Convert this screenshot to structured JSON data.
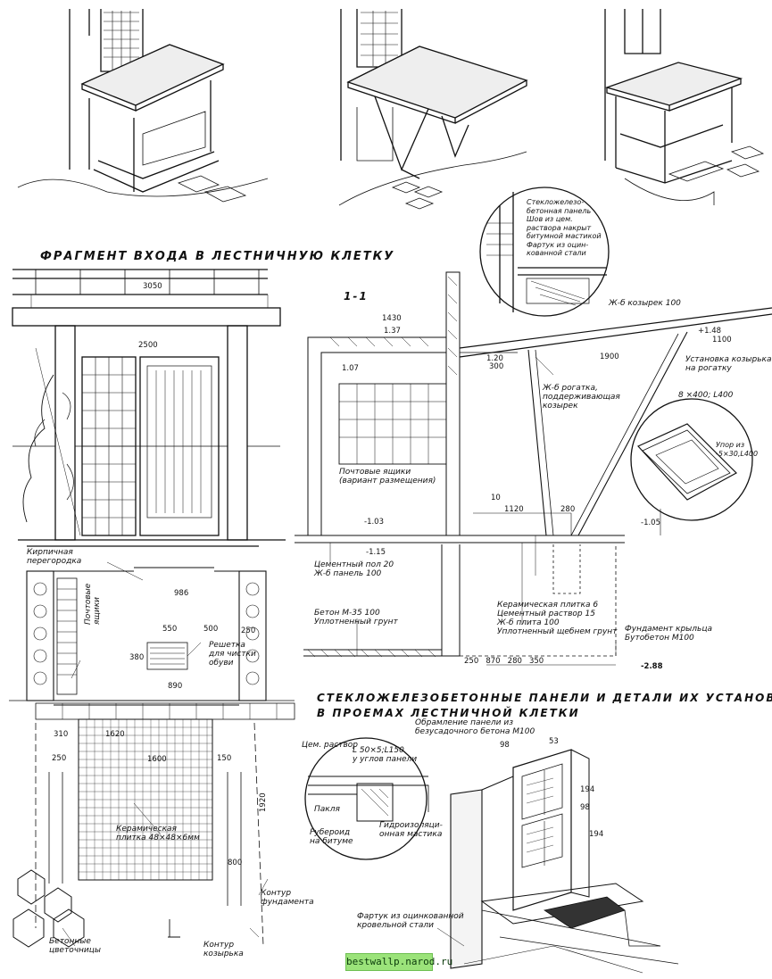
{
  "headings": {
    "entrance_fragment": "ФРАГМЕНТ ВХОДА В ЛЕСТНИЧНУЮ КЛЕТКУ",
    "glass_panels_line1": "СТЕКЛОЖЕЛЕЗОБЕТОННЫЕ ПАНЕЛИ И ДЕТАЛИ ИХ УСТАНОВКИ",
    "glass_panels_line2": "В ПРОЕМАХ ЛЕСТНИЧНОЙ КЛЕТКИ"
  },
  "section_label": "1-1",
  "elevation": {
    "dim_top": "3050",
    "dim_width": "2500"
  },
  "detail_top": {
    "label": "Стекложелезо-\nбетонная панель\nШов из цем.\nраствора накрыт\nбитумной мастикой\nФартук из оцин-\nкованной стали"
  },
  "section": {
    "dims": [
      "1430",
      "1.37",
      "1.07",
      "1.20",
      "300",
      "1900",
      "1100",
      "-1.03",
      "-1.15",
      "1120",
      "280",
      "-1.05",
      "10",
      "+1.48"
    ],
    "labels": {
      "canopy": "Ж-б козырек 100",
      "strut": "Ж-б рогатка,\nподдерживающая\nкозырек",
      "mailboxes": "Почтовые ящики\n(вариант размещения)",
      "install": "Установка козырька\nна рогатку",
      "rebar": "8 ×400; L400",
      "stop": "Упор из\n-5×30,L400",
      "floor": "Цементный пол 20\nЖ-б панель 100",
      "concrete": "Бетон М-35  100\nУплотненный грунт",
      "tile": "Керамическая плитка  6\nЦементный раствор  15\nЖ-б плита  100\nУплотненный щебнем грунт",
      "foundation": "Фундамент крыльца\nБутобетон М100",
      "bottom_dims": "250   870   280   350",
      "elev": "-2.88"
    }
  },
  "plan": {
    "labels": {
      "partition": "Кирпичная\nперегородка",
      "mail": "Почтовые\nящики",
      "grate": "Решетка\nдля чистки\nобуви",
      "tile": "Керамическая\nплитка 48×48×6мм",
      "flowerpots": "Бетонные\nцветочницы",
      "foundation_outline": "Контур\nфундамента",
      "canopy_outline": "Контур\nкозырька"
    },
    "dims": [
      "986",
      "550",
      "500",
      "380",
      "890",
      "1620",
      "1600",
      "310",
      "250",
      "1920",
      "800",
      "250",
      "150"
    ]
  },
  "panel_detail": {
    "labels": {
      "frame": "Обрамление панели из\nбезусадочного бетона М100",
      "cement": "Цем. раствор",
      "angle": "L 50×5;L150\nу углов панели",
      "tow": "Пакля",
      "roofing": "Рубероид\nна битуме",
      "mastic": "Гидроизоляци-\nонная мастика",
      "flashing": "Фартук из оцинкованной\nкровельной стали"
    },
    "dims": [
      "98",
      "53",
      "194",
      "98",
      "194"
    ]
  },
  "watermark": "bestwallp.narod.ru"
}
